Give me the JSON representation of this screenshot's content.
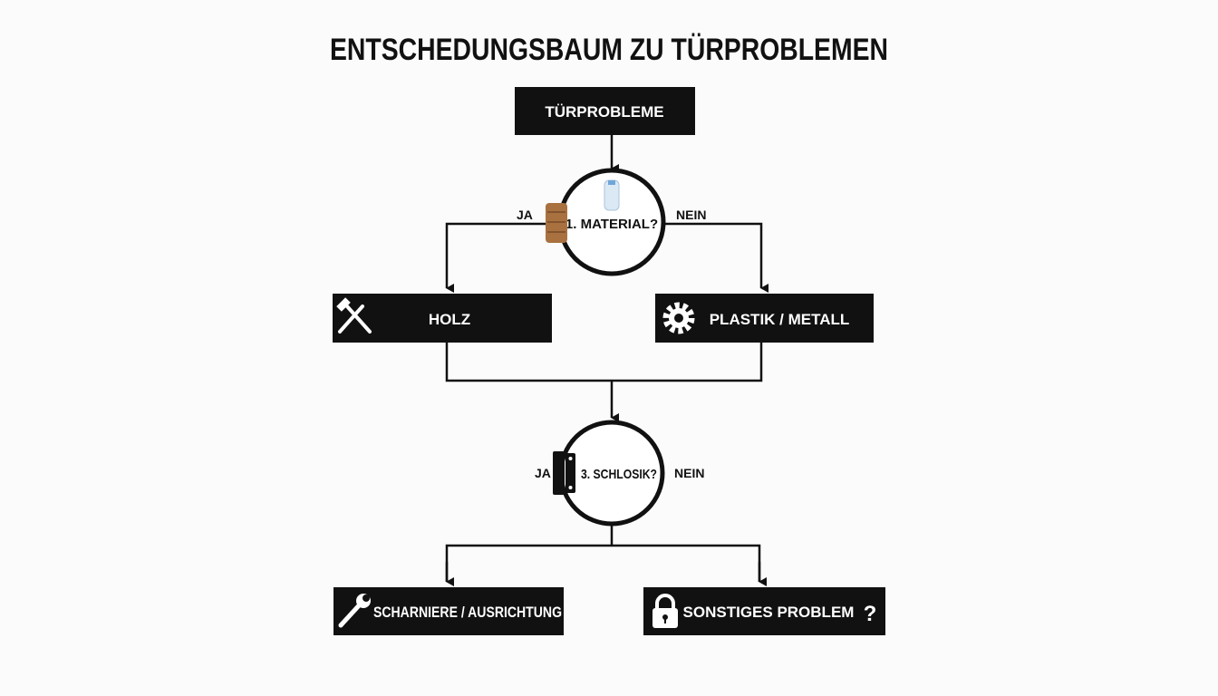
{
  "title": "ENTSCHEDUNGSBAUM ZU TÜRPROBLEMEN",
  "root": {
    "label": "TÜRPROBLEME"
  },
  "decision1": {
    "label": "1. MATERIAL?",
    "yes": "JA",
    "no": "NEIN",
    "icons": [
      "wood-log-icon",
      "plastic-bottle-icon"
    ]
  },
  "branch_yes1": {
    "label": "HOLZ",
    "icon": "hammer-icon"
  },
  "branch_no1": {
    "label": "PLASTIK / METALL",
    "icon": "gear-icon"
  },
  "decision2": {
    "label": "3. SCHLOSIK?",
    "yes": "JA",
    "no": "NEIN",
    "icon": "hinge-icon"
  },
  "branch_yes2": {
    "label": "SCHARNIERE / AUSRICHTUNG",
    "icon": "wrench-icon"
  },
  "branch_no2": {
    "label": "SONSTIGES PROBLEM",
    "icon": "lock-icon",
    "suffix": "?"
  },
  "colors": {
    "box": "#111111",
    "box_text": "#ffffff",
    "line": "#111111",
    "background": "#fbfbfb"
  }
}
